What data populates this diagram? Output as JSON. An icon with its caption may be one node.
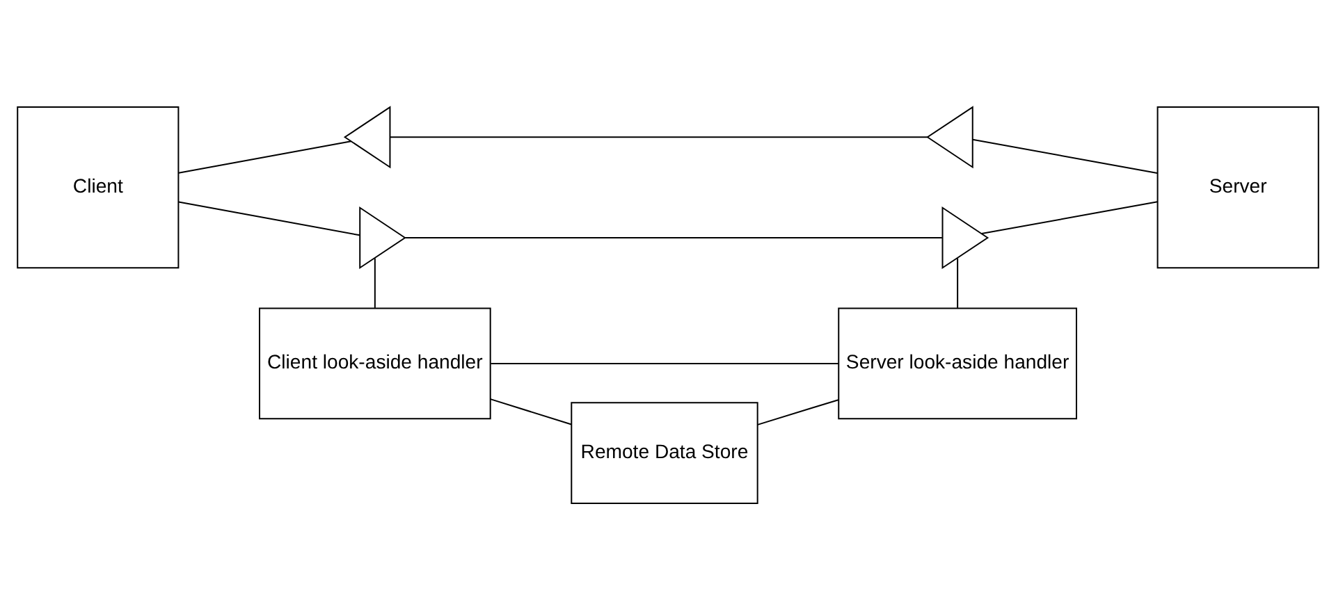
{
  "diagram": {
    "nodes": [
      {
        "text": [
          "Client"
        ]
      },
      {
        "text": [],
        "shape": "triangle"
      },
      {
        "text": [],
        "shape": "triangle"
      },
      {
        "text": [
          "Server"
        ]
      },
      {
        "text": [],
        "shape": "triangle"
      },
      {
        "text": [],
        "shape": "triangle"
      },
      {
        "text": [
          "Client look-aside handler"
        ]
      },
      {
        "text": [
          "Server look-aside handler"
        ]
      },
      {
        "text": [
          "Remote Data Store"
        ]
      }
    ],
    "edges": [
      {
        "from": 0,
        "to": 1,
        "arrow": "none"
      },
      {
        "from": 1,
        "to": 2,
        "arrow": "none"
      },
      {
        "from": 2,
        "to": 3,
        "arrow": "none"
      },
      {
        "from": 0,
        "to": 4,
        "arrow": "none"
      },
      {
        "from": 4,
        "to": 5,
        "arrow": "none"
      },
      {
        "from": 5,
        "to": 3,
        "arrow": "none"
      },
      {
        "from": 4,
        "to": 6,
        "arrow": "none"
      },
      {
        "from": 5,
        "to": 7,
        "arrow": "none"
      },
      {
        "from": 6,
        "to": 7,
        "arrow": "none"
      },
      {
        "from": 6,
        "to": 8,
        "arrow": "none"
      },
      {
        "from": 8,
        "to": 7,
        "arrow": "none"
      }
    ]
  }
}
